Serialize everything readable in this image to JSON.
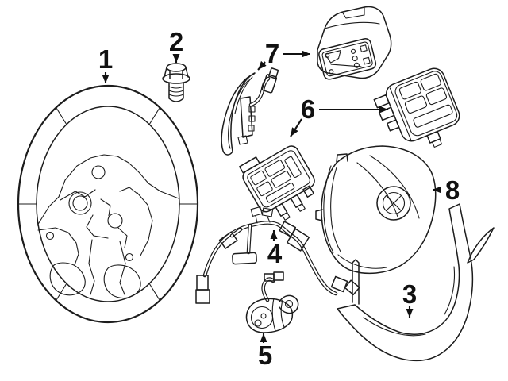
{
  "page": {
    "type": "parts-diagram",
    "background": "#ffffff",
    "line_color": "#1c1c1c",
    "label_color": "#111111"
  },
  "diagram": {
    "callouts": [
      {
        "number": "1",
        "part": "steering-wheel"
      },
      {
        "number": "2",
        "part": "hex-bolt"
      },
      {
        "number": "3",
        "part": "lower-trim-cover"
      },
      {
        "number": "4",
        "part": "wiring-harness"
      },
      {
        "number": "5",
        "part": "vibration-motor"
      },
      {
        "number": "6",
        "part": "multifunction-switch-pair"
      },
      {
        "number": "7",
        "part": "shift-paddle-and-switch"
      },
      {
        "number": "8",
        "part": "airbag-module"
      }
    ]
  }
}
